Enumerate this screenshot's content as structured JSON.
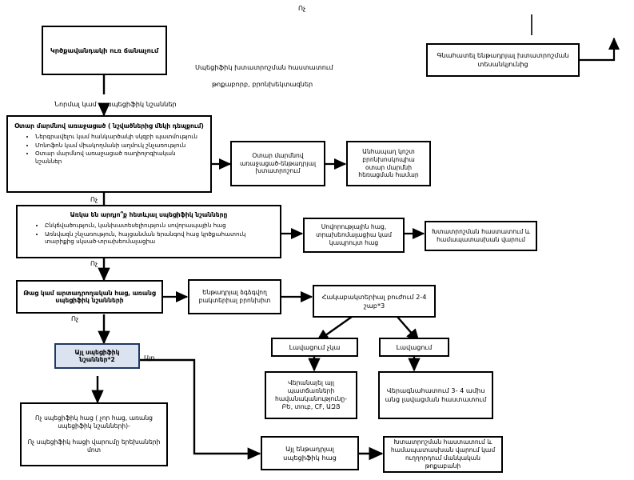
{
  "diagram": {
    "title_note_top": "Ոչ",
    "boxes": {
      "suspected_fb": {
        "title": "Կրծքավանդակի ուռ ճանաչում",
        "label_no": "Ոչ"
      },
      "evaluate_specific": {
        "text": "Գնահատել ենթադրյալ խտատրոշման տեսանկյունից"
      },
      "foreign_body_signs": {
        "title": "Օտար մարմնով առաջացած ( նշվածներից մեկի դեպքում)",
        "bullets": [
          "Ներգրավելու կամ հանկարծակի սկզբի պատմություն",
          "Մոնոֆոն կամ միակողմանի աղմուկ շնչառություն",
          "Օտար մարմնով առաջացած ռադիոլոգիական նշաններ"
        ]
      },
      "fb_suspected_dx": {
        "text": "Օտար մարմնով առաջացած-ենթադրյալ խտատրոշում"
      },
      "rigid_bronchoscopy": {
        "text": "Անհապաղ կոշտ բրոնխոսկոպիա օտար մարմնի հեռացման համար"
      },
      "specific_signs_present": {
        "title": "Առկա են արդյո՞ք հետևյալ սպեցիֆիկ նշանները",
        "bullets": [
          "Ընկճվածություն, կանխատեսելիություն սովորապային հաց",
          "Առնվազն շնչառություն, հայցանման երանգով հաց կրծքահատուկ տարիքից սկսած-տրախեոմալացիա"
        ]
      },
      "tracheomalacia": {
        "text": "Սովորությային հաց, տրախեոմալացիա կամ կապրույտ հաց"
      },
      "dx_confirm_manage_1": {
        "text": "Խտատրոշման հաստատում և համապատասխան վարում"
      },
      "wet_cough": {
        "title": "Թաց կամ արտադրողական հաց, առանց սպեցիֆիկ նշանների",
        "label_no": "Ոչ"
      },
      "pbb": {
        "text": "Ենթադրյալ ձգձգվող բակտերիալ բրոնխիտ"
      },
      "antibiotics": {
        "text": "Հակաբակտերիալ բուժում 2-4 շաբ*3"
      },
      "no_improvement": {
        "text": "Լավացում չկա"
      },
      "improvement": {
        "text": "Լավացում"
      },
      "review_other_causes": {
        "text": "Վերանայել այլ պատճառների հավանականությունը- ԲԵ, տուբ, CF, ԱԶՅ"
      },
      "reassess": {
        "text": "Վերագնահատում 3- 4 ամիս անց  լավացման հաստատում"
      },
      "other_specific_signs": {
        "text": "Այլ սպեցիֆիկ նշաններ*2",
        "label_yes": "Այո"
      },
      "nonspecific_cough": {
        "line1": "Ոչ սպեցիֆիկ հաց ( չոր հաց, առանց սպեցիֆիկ նշանների)-",
        "line2": "Ոչ սպեցիֆիկ հացի վարումը երեխաների մոտ"
      },
      "other_suspected_specific": {
        "text": "Այլ ենթադրյալ սպեցիֆիկ հաց"
      },
      "dx_confirm_manage_2": {
        "text": "Խտատրոշման հաստատում և համապատասխան վարում կամ ուղղորդում մանկական թոքաբանի"
      }
    },
    "free_text": {
      "specific_dx_note_1": "Սպեցիֆիկ խտատրոշման հաստատում",
      "specific_dx_note_2": "թոքաբորբ, բրոնխեկտազներ",
      "normal_cough_note": "Նորմալ կամ ոչ սպեցիֆիկ նշաններ"
    },
    "edge_labels": {
      "no_1": "Ոչ",
      "no_2": "Ոչ",
      "no_3": "Ոչ",
      "no_4": "Ոչ",
      "no_top": "Ոչ"
    },
    "colors": {
      "stroke": "#000000",
      "highlight_border": "#1F3864",
      "highlight_fill": "#DCE3F0",
      "background": "#FFFFFF"
    }
  }
}
